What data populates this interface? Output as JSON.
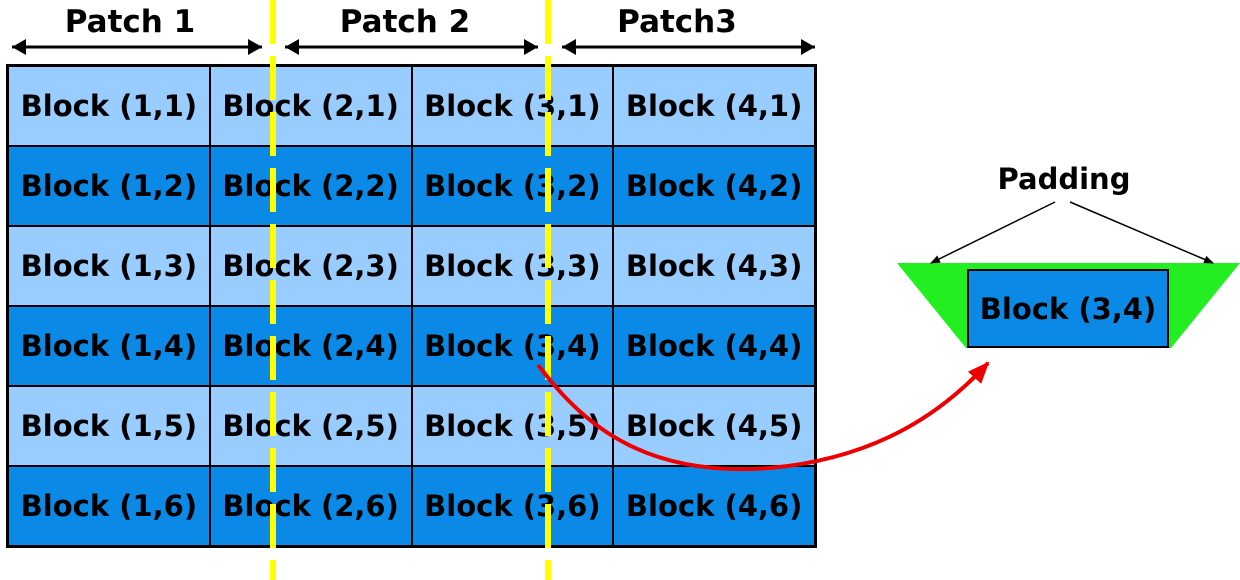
{
  "patches": [
    {
      "label": "Patch 1"
    },
    {
      "label": "Patch 2"
    },
    {
      "label": "Patch3"
    }
  ],
  "grid": {
    "rows": [
      [
        "Block (1,1)",
        "Block (2,1)",
        "Block (3,1)",
        "Block (4,1)"
      ],
      [
        "Block (1,2)",
        "Block (2,2)",
        "Block (3,2)",
        "Block (4,2)"
      ],
      [
        "Block (1,3)",
        "Block (2,3)",
        "Block (3,3)",
        "Block (4,3)"
      ],
      [
        "Block (1,4)",
        "Block (2,4)",
        "Block (3,4)",
        "Block (4,4)"
      ],
      [
        "Block (1,5)",
        "Block (2,5)",
        "Block (3,5)",
        "Block (4,5)"
      ],
      [
        "Block (1,6)",
        "Block (2,6)",
        "Block (3,6)",
        "Block (4,6)"
      ]
    ]
  },
  "padding": {
    "label": "Padding",
    "block_label": "Block (3,4)"
  },
  "colors": {
    "light_block": "#99ccff",
    "dark_block": "#0a8ae6",
    "patch_divider": "#ffff00",
    "padding_fill": "#22ee22",
    "arrow": "#ee0000"
  }
}
